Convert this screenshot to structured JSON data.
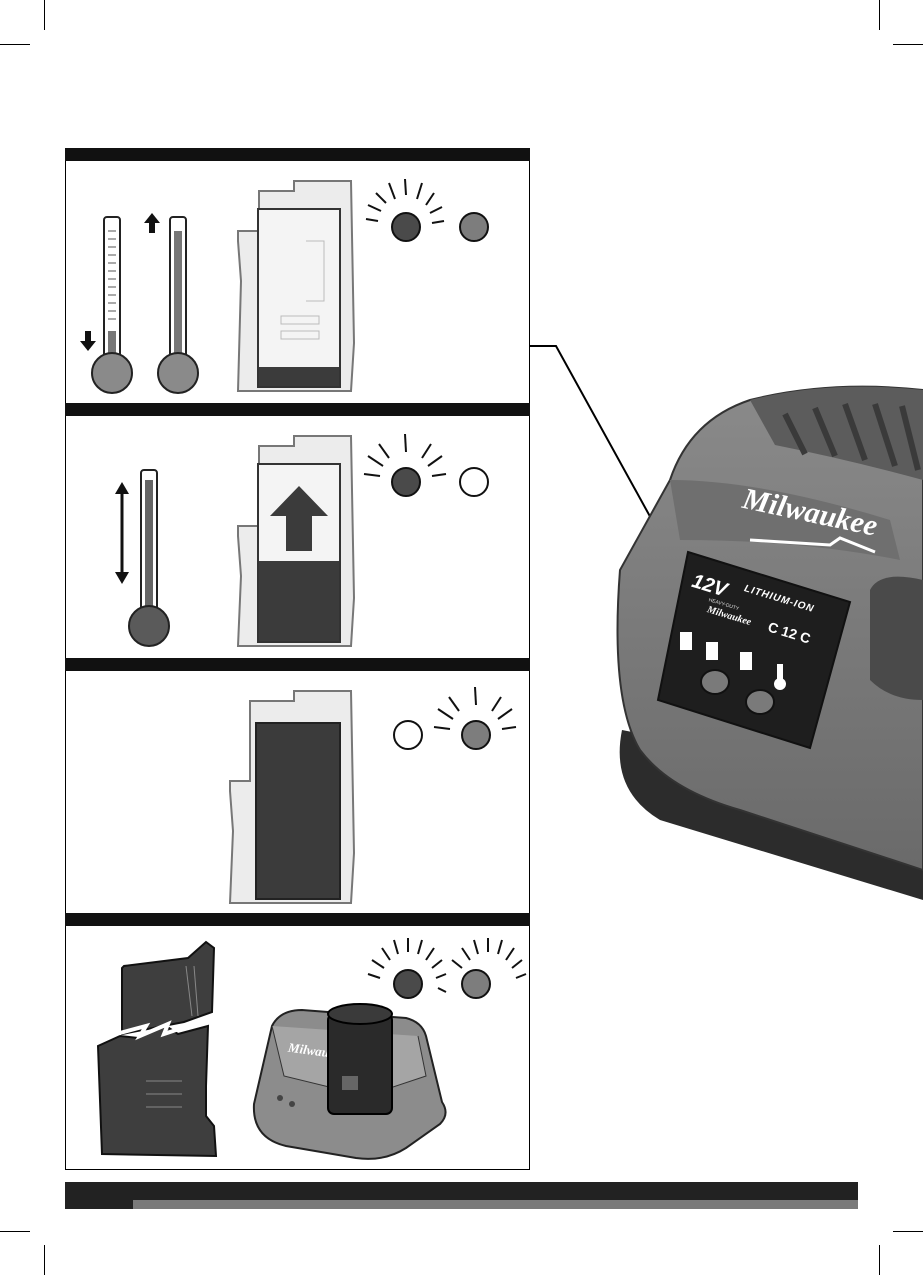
{
  "charger": {
    "brand": "Milwaukee",
    "voltage": "12V",
    "chemistry": "LITHIUM-ION",
    "heavy_duty": "HEAVY-DUTY",
    "model": "C 12 C"
  },
  "small_charger": {
    "brand": "Milwaukee"
  },
  "colors": {
    "led_red": "#4a4a4a",
    "led_green": "#7d7d7d",
    "frame": "#000000",
    "footer_dark": "#222222",
    "footer_gray": "#7a7a7a"
  }
}
